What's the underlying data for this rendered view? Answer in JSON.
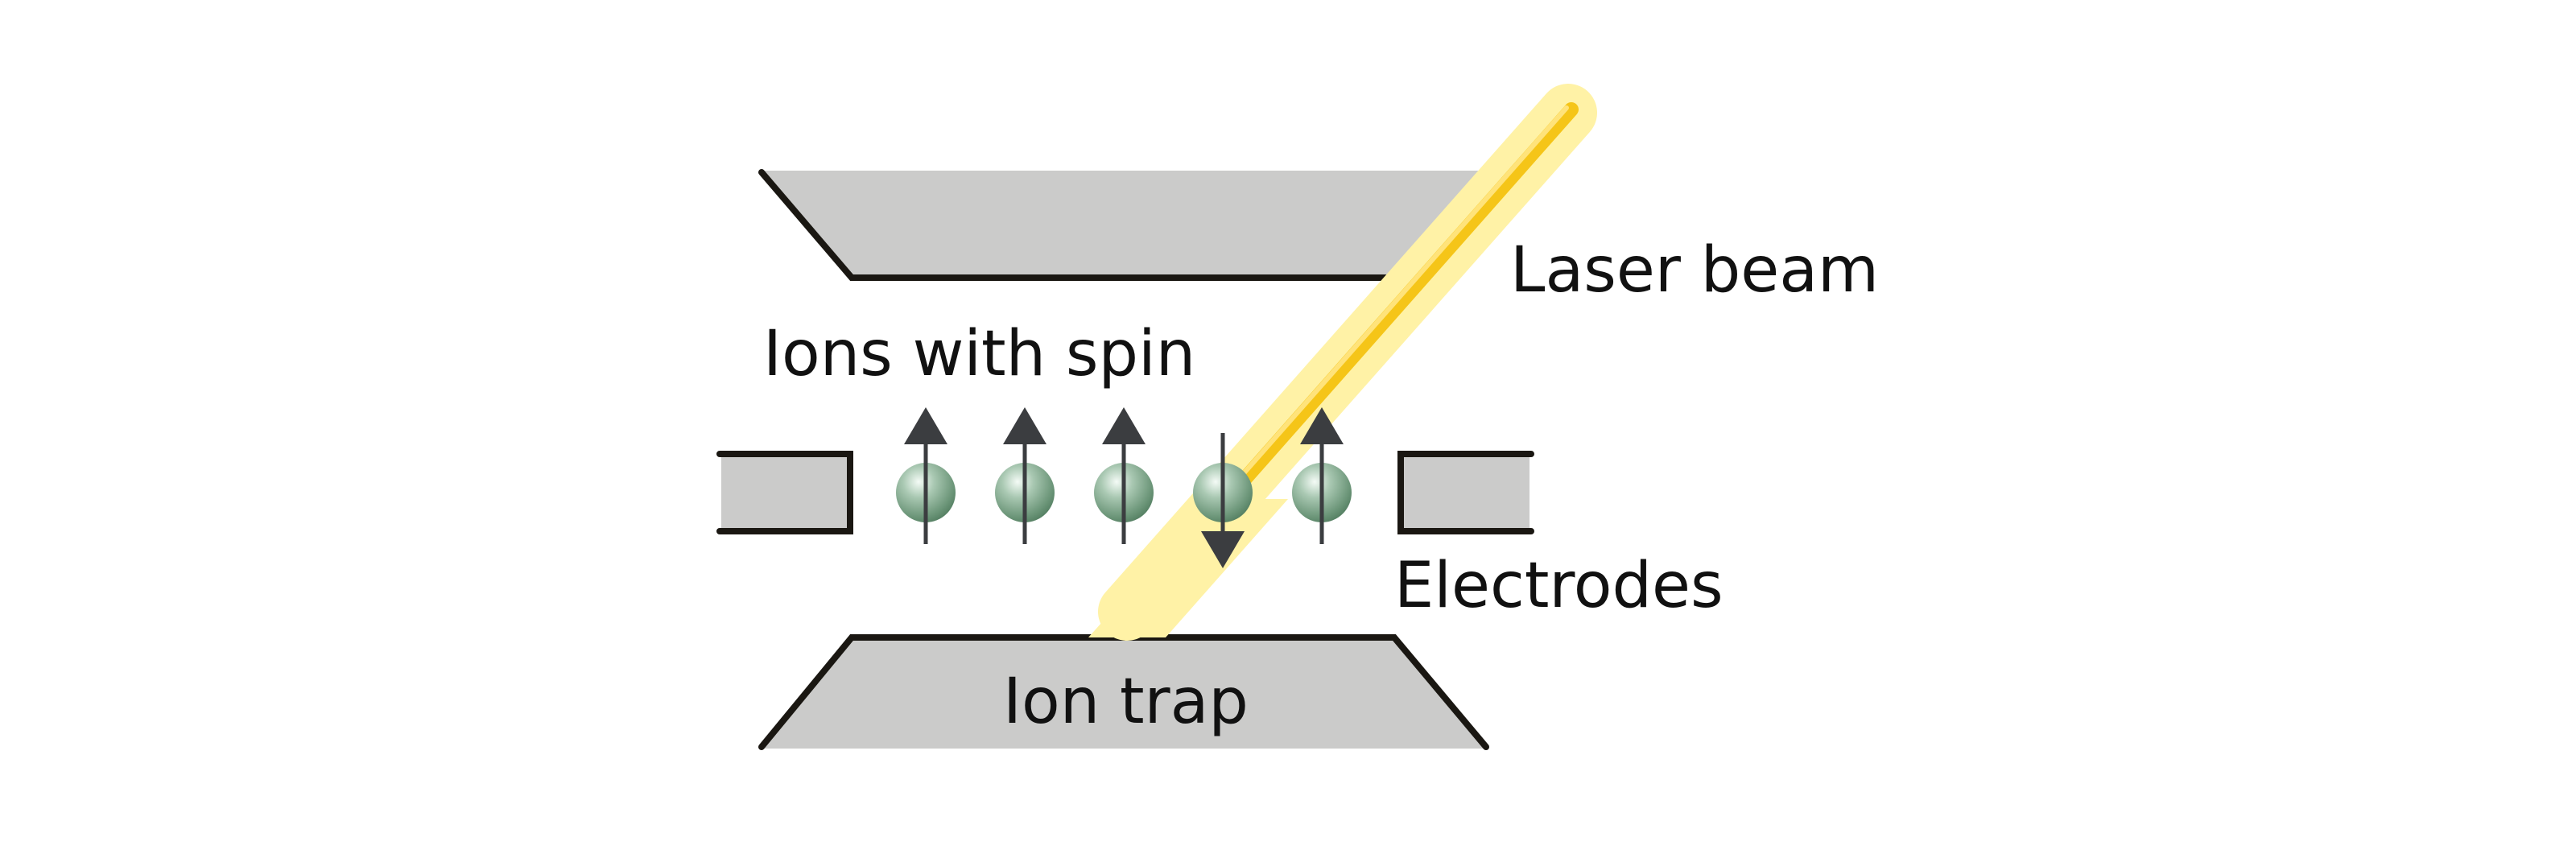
{
  "labels": {
    "laser_beam": "Laser beam",
    "ions_with_spin": "Ions with spin",
    "electrodes": "Electrodes",
    "ion_trap": "Ion trap"
  },
  "ions": [
    {
      "spin": "up"
    },
    {
      "spin": "up"
    },
    {
      "spin": "up"
    },
    {
      "spin": "down"
    },
    {
      "spin": "up"
    }
  ],
  "colors": {
    "plate_fill": "#cbcbca",
    "outline": "#1a1712",
    "ion": "#6e9a7e",
    "spin_arrow": "#3b3d40",
    "laser_core": "#f5c518",
    "laser_glow": "#fff2a6"
  }
}
